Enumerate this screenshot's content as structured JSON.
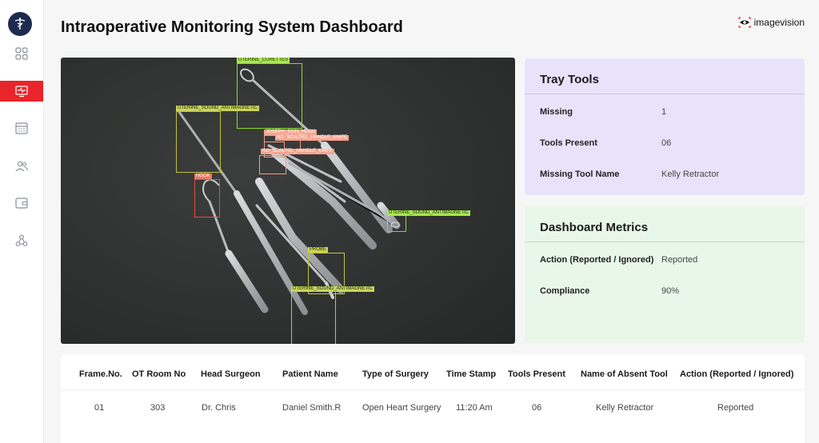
{
  "header": {
    "title": "Intraoperative Monitoring System Dashboard",
    "brand": "imagevision"
  },
  "sidebar": {
    "items": [
      {
        "icon": "grid-icon"
      },
      {
        "icon": "monitor-pulse-icon",
        "active": true
      },
      {
        "icon": "calendar-icon"
      },
      {
        "icon": "users-icon"
      },
      {
        "icon": "wallet-icon"
      },
      {
        "icon": "network-icon"
      }
    ],
    "logo": "caduceus-icon"
  },
  "detections": [
    {
      "label": "UTERINE_CURETTES",
      "color": "green"
    },
    {
      "label": "UTERINE_SOUND_ANTIMAGNETIC",
      "color": "yellow"
    },
    {
      "label": "JOSEPH_SKIN_HOOK",
      "color": "peach"
    },
    {
      "label": "NO_SCALPEL_HANDLE_KNIFE",
      "color": "peach"
    },
    {
      "label": "NO_SCALPEL_HANDLE_KNIFE",
      "color": "peach"
    },
    {
      "label": "HOOK",
      "color": "red"
    },
    {
      "label": "UTERINE_SOUND_ANTIMAGNETIC",
      "color": "green"
    },
    {
      "label": "PROBE",
      "color": "yellow"
    },
    {
      "label": "UTERINE_SOUND_ANTIMAGNETIC",
      "color": "yellow"
    }
  ],
  "tray_tools": {
    "title": "Tray Tools",
    "rows": [
      {
        "label": "Missing",
        "value": "1"
      },
      {
        "label": "Tools Present",
        "value": "06"
      },
      {
        "label": "Missing Tool Name",
        "value": "Kelly Retractor"
      }
    ]
  },
  "dashboard_metrics": {
    "title": "Dashboard Metrics",
    "rows": [
      {
        "label": "Action (Reported / Ignored)",
        "value": "Reported"
      },
      {
        "label": "Compliance",
        "value": "90%"
      }
    ]
  },
  "table": {
    "headers": [
      "Frame.No.",
      "OT Room No",
      "Head Surgeon",
      "Patient Name",
      "Type of Surgery",
      "Time Stamp",
      "Tools Present",
      "Name of Absent Tool",
      "Action (Reported / Ignored)"
    ],
    "rows": [
      [
        "01",
        "303",
        "Dr. Chris",
        "Daniel Smith.R",
        "Open Heart Surgery",
        "11:20 Am",
        "06",
        "Kelly Retractor",
        "Reported"
      ]
    ]
  },
  "colors": {
    "active_nav": "#e8252a",
    "tray_bg": "#e8e3fb",
    "metrics_bg": "#e8f7e8"
  }
}
